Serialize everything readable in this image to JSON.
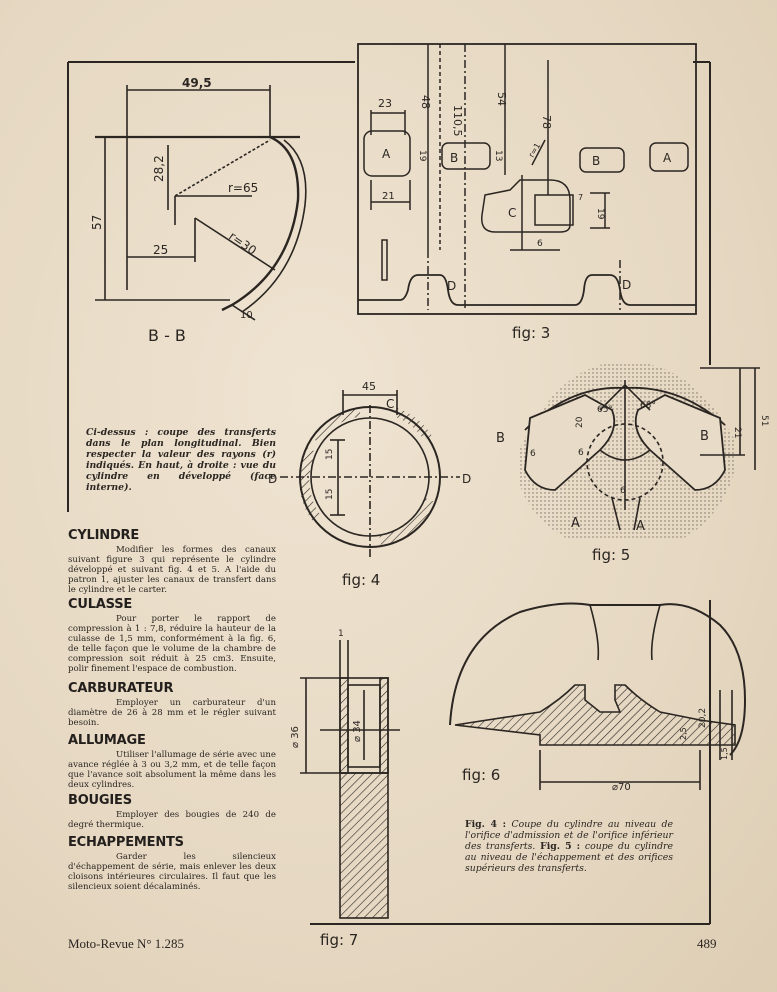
{
  "captions": {
    "top": "Ci-dessus : coupe des transferts dans le plan longitudinal. Bien respecter la valeur des rayons (r) indiqués. En haut, à droite : vue du cylindre en développé (face interne).",
    "right_bold": "Fig. 4 :",
    "right": "Coupe du cylindre au niveau de l'orifice d'admission et de l'orifice inférieur des transferts.",
    "right_bold2": "Fig. 5 :",
    "right2": "coupe du cylindre au niveau de l'échappement et des orifices supérieurs des transferts."
  },
  "sections": [
    {
      "title": "CYLINDRE",
      "text": "Modifier les formes des canaux suivant figure 3 qui représente le cylindre développé et suivant fig. 4 et 5. A l'aide du patron 1, ajuster les canaux de transfert dans le cylindre et le carter."
    },
    {
      "title": "CULASSE",
      "text": "Pour porter le rapport de compression à 1 : 7,8, réduire la hauteur de la culasse de 1,5 mm, conformément à la fig. 6, de telle façon que le volume de la chambre de compression soit réduit à 25 cm3. Ensuite, polir finement l'espace de combustion."
    },
    {
      "title": "CARBURATEUR",
      "text": "Employer un carburateur d'un diamètre de 26 à 28 mm et le régler suivant besoin."
    },
    {
      "title": "ALLUMAGE",
      "text": "Utiliser l'allumage de série avec une avance réglée à 3 ou 3,2 mm, et de telle façon que l'avance soit absolument la même dans les deux cylindres."
    },
    {
      "title": "BOUGIES",
      "text": "Employer des bougies de 240 de degré thermique."
    },
    {
      "title": "ECHAPPEMENTS",
      "text": "Garder les silencieux d'échappement de série, mais enlever les deux cloisons intérieures circulaires. Il faut que les silencieux soient décalaminés."
    }
  ],
  "figures": {
    "bb": {
      "label": "B - B",
      "dim_top": "49,5",
      "dim_left": "57",
      "dim_mid": "28,2",
      "dim_25": "25",
      "r65": "r=65",
      "r30": "r=30",
      "r10": "10"
    },
    "fig3": {
      "label": "fig: 3",
      "d23": "23",
      "d48": "48",
      "d110": "110,5",
      "d54": "54",
      "d78": "78",
      "d19a": "19",
      "d13": "13",
      "d21": "21",
      "d19b": "19",
      "d7": "7",
      "d6": "6",
      "A": "A",
      "B": "B",
      "C": "C",
      "D": "D",
      "r1": "r=1"
    },
    "fig4": {
      "label": "fig: 4",
      "d45": "45",
      "C": "C",
      "D": "D",
      "d15a": "15",
      "d15b": "15"
    },
    "fig5": {
      "label": "fig: 5",
      "B": "B",
      "A": "A",
      "a1": "65°",
      "a2": "65°",
      "d20": "20",
      "d6a": "6",
      "d6b": "6",
      "d6c": "6",
      "d21": "21",
      "d51": "51"
    },
    "fig6": {
      "label": "fig: 6",
      "d70": "⌀70",
      "d20": "20,2",
      "d2": "2,5",
      "d15": "1,5"
    },
    "fig7": {
      "label": "fig: 7",
      "d36": "⌀ 36",
      "d34": "⌀ 34",
      "d1": "1"
    }
  },
  "footer": {
    "left": "Moto-Revue N° 1.285",
    "right": "489"
  }
}
